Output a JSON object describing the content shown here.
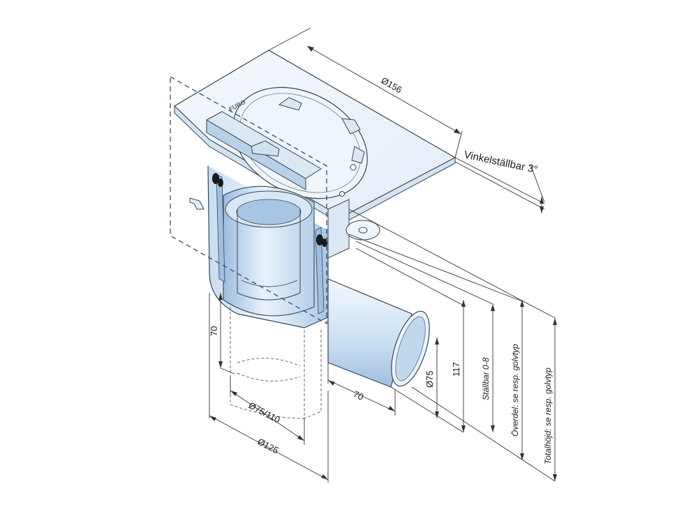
{
  "diagram": {
    "brand_text": "FURO",
    "dimensions": {
      "top_diameter": "Ø156",
      "tilt": "Vinkelställbar 3°",
      "outlet_diameter": "Ø75",
      "height_117": "117",
      "outlet_length": "70",
      "drop_length": "70",
      "inner_diameter": "Ø75/110",
      "outer_diameter": "Ø125",
      "adjustable": "Ställbar 0-8",
      "upper_part": "Överdel: se resp. golvtyp",
      "total_height": "Totalhöjd: se resp. golvtyp"
    }
  },
  "colors": {
    "body_light": "#e8f2fb",
    "body_mid": "#bcd6ee",
    "body_dark": "#8fb3d6",
    "outline": "#3b4650",
    "dim_line": "#333333",
    "dash_frame": "#2b4f7f"
  }
}
